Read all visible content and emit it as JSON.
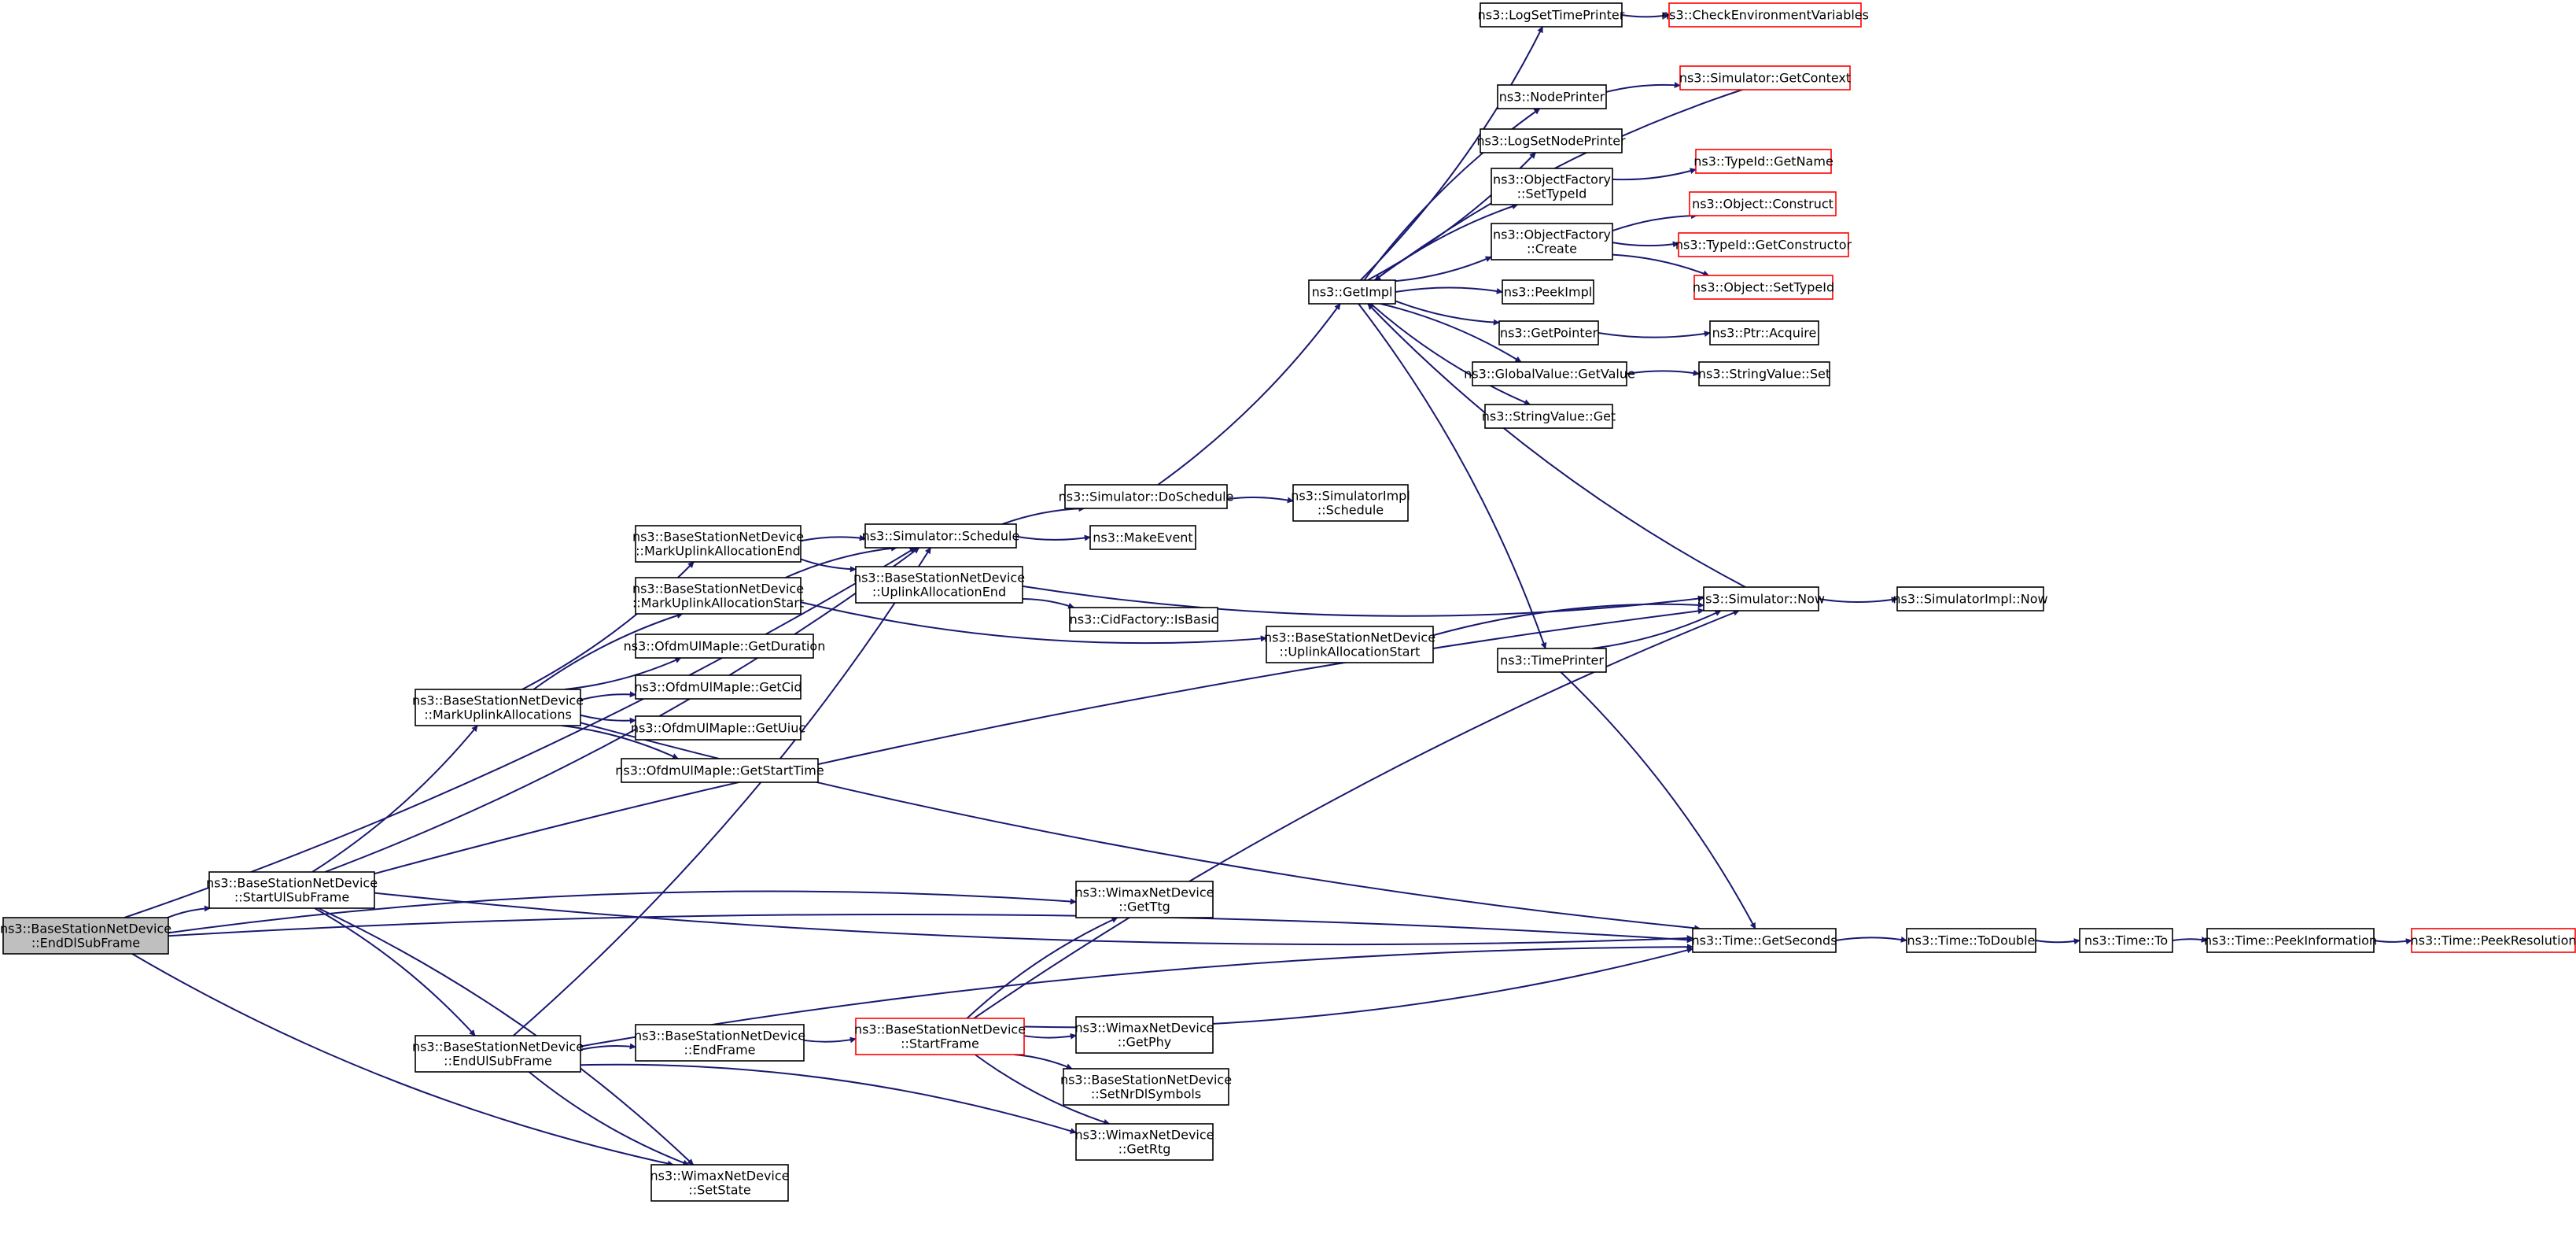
{
  "diagram": {
    "title": "",
    "colors": {
      "edge": "#191970",
      "normal_border": "#000000",
      "truncated_border": "#ff0000",
      "root_fill": "#bfbfbf",
      "node_fill": "#ffffff"
    },
    "nodes": [
      {
        "id": "end_dl",
        "lines": [
          "ns3::BaseStationNetDevice",
          "::EndDlSubFrame"
        ],
        "style": "root"
      },
      {
        "id": "start_ul",
        "lines": [
          "ns3::BaseStationNetDevice",
          "::StartUlSubFrame"
        ],
        "style": "normal"
      },
      {
        "id": "end_ul",
        "lines": [
          "ns3::BaseStationNetDevice",
          "::EndUlSubFrame"
        ],
        "style": "normal"
      },
      {
        "id": "mark_allocs",
        "lines": [
          "ns3::BaseStationNetDevice",
          "::MarkUplinkAllocations"
        ],
        "style": "normal"
      },
      {
        "id": "mark_end",
        "lines": [
          "ns3::BaseStationNetDevice",
          "::MarkUplinkAllocationEnd"
        ],
        "style": "normal"
      },
      {
        "id": "mark_start",
        "lines": [
          "ns3::BaseStationNetDevice",
          "::MarkUplinkAllocationStart"
        ],
        "style": "normal"
      },
      {
        "id": "get_duration",
        "lines": [
          "ns3::OfdmUlMapIe::GetDuration"
        ],
        "style": "normal"
      },
      {
        "id": "get_cid",
        "lines": [
          "ns3::OfdmUlMapIe::GetCid"
        ],
        "style": "normal"
      },
      {
        "id": "get_uiuc",
        "lines": [
          "ns3::OfdmUlMapIe::GetUiuc"
        ],
        "style": "normal"
      },
      {
        "id": "get_start_time",
        "lines": [
          "ns3::OfdmUlMapIe::GetStartTime"
        ],
        "style": "normal"
      },
      {
        "id": "end_frame",
        "lines": [
          "ns3::BaseStationNetDevice",
          "::EndFrame"
        ],
        "style": "normal"
      },
      {
        "id": "set_state",
        "lines": [
          "ns3::WimaxNetDevice",
          "::SetState"
        ],
        "style": "normal"
      },
      {
        "id": "schedule",
        "lines": [
          "ns3::Simulator::Schedule"
        ],
        "style": "normal"
      },
      {
        "id": "ul_alloc_end",
        "lines": [
          "ns3::BaseStationNetDevice",
          "::UplinkAllocationEnd"
        ],
        "style": "normal"
      },
      {
        "id": "start_frame",
        "lines": [
          "ns3::BaseStationNetDevice",
          "::StartFrame"
        ],
        "style": "red"
      },
      {
        "id": "do_schedule",
        "lines": [
          "ns3::Simulator::DoSchedule"
        ],
        "style": "normal"
      },
      {
        "id": "make_event",
        "lines": [
          "ns3::MakeEvent"
        ],
        "style": "normal"
      },
      {
        "id": "is_basic",
        "lines": [
          "ns3::CidFactory::IsBasic"
        ],
        "style": "normal"
      },
      {
        "id": "get_ttg",
        "lines": [
          "ns3::WimaxNetDevice",
          "::GetTtg"
        ],
        "style": "normal"
      },
      {
        "id": "get_phy",
        "lines": [
          "ns3::WimaxNetDevice",
          "::GetPhy"
        ],
        "style": "normal"
      },
      {
        "id": "set_nr_dl",
        "lines": [
          "ns3::BaseStationNetDevice",
          "::SetNrDlSymbols"
        ],
        "style": "normal"
      },
      {
        "id": "get_rtg",
        "lines": [
          "ns3::WimaxNetDevice",
          "::GetRtg"
        ],
        "style": "normal"
      },
      {
        "id": "simimpl_sched",
        "lines": [
          "ns3::SimulatorImpl",
          "::Schedule"
        ],
        "style": "normal"
      },
      {
        "id": "ul_alloc_start",
        "lines": [
          "ns3::BaseStationNetDevice",
          "::UplinkAllocationStart"
        ],
        "style": "normal"
      },
      {
        "id": "get_impl",
        "lines": [
          "ns3::GetImpl"
        ],
        "style": "normal"
      },
      {
        "id": "time_printer",
        "lines": [
          "ns3::TimePrinter"
        ],
        "style": "normal"
      },
      {
        "id": "log_set_time",
        "lines": [
          "ns3::LogSetTimePrinter"
        ],
        "style": "normal"
      },
      {
        "id": "node_printer",
        "lines": [
          "ns3::NodePrinter"
        ],
        "style": "normal"
      },
      {
        "id": "log_set_node",
        "lines": [
          "ns3::LogSetNodePrinter"
        ],
        "style": "normal"
      },
      {
        "id": "of_set_typeid",
        "lines": [
          "ns3::ObjectFactory",
          "::SetTypeId"
        ],
        "style": "normal"
      },
      {
        "id": "of_create",
        "lines": [
          "ns3::ObjectFactory",
          "::Create"
        ],
        "style": "normal"
      },
      {
        "id": "peek_impl",
        "lines": [
          "ns3::PeekImpl"
        ],
        "style": "normal"
      },
      {
        "id": "get_pointer",
        "lines": [
          "ns3::GetPointer"
        ],
        "style": "normal"
      },
      {
        "id": "gv_get_value",
        "lines": [
          "ns3::GlobalValue::GetValue"
        ],
        "style": "normal"
      },
      {
        "id": "sv_get",
        "lines": [
          "ns3::StringValue::Get"
        ],
        "style": "normal"
      },
      {
        "id": "check_env",
        "lines": [
          "ns3::CheckEnvironmentVariables"
        ],
        "style": "red"
      },
      {
        "id": "get_context",
        "lines": [
          "ns3::Simulator::GetContext"
        ],
        "style": "red"
      },
      {
        "id": "typeid_getname",
        "lines": [
          "ns3::TypeId::GetName"
        ],
        "style": "red"
      },
      {
        "id": "obj_construct",
        "lines": [
          "ns3::Object::Construct"
        ],
        "style": "red"
      },
      {
        "id": "typeid_getctor",
        "lines": [
          "ns3::TypeId::GetConstructor"
        ],
        "style": "red"
      },
      {
        "id": "obj_settypeid",
        "lines": [
          "ns3::Object::SetTypeId"
        ],
        "style": "red"
      },
      {
        "id": "ptr_acquire",
        "lines": [
          "ns3::Ptr::Acquire"
        ],
        "style": "normal"
      },
      {
        "id": "sv_set",
        "lines": [
          "ns3::StringValue::Set"
        ],
        "style": "normal"
      },
      {
        "id": "sim_now",
        "lines": [
          "ns3::Simulator::Now"
        ],
        "style": "normal"
      },
      {
        "id": "simimpl_now",
        "lines": [
          "ns3::SimulatorImpl::Now"
        ],
        "style": "normal"
      },
      {
        "id": "get_seconds",
        "lines": [
          "ns3::Time::GetSeconds"
        ],
        "style": "normal"
      },
      {
        "id": "to_double",
        "lines": [
          "ns3::Time::ToDouble"
        ],
        "style": "normal"
      },
      {
        "id": "time_to",
        "lines": [
          "ns3::Time::To"
        ],
        "style": "normal"
      },
      {
        "id": "peek_info",
        "lines": [
          "ns3::Time::PeekInformation"
        ],
        "style": "normal"
      },
      {
        "id": "peek_res",
        "lines": [
          "ns3::Time::PeekResolution"
        ],
        "style": "red"
      }
    ],
    "edges": [
      [
        "end_dl",
        "start_ul"
      ],
      [
        "end_dl",
        "schedule"
      ],
      [
        "end_dl",
        "get_ttg"
      ],
      [
        "end_dl",
        "set_state"
      ],
      [
        "end_dl",
        "get_seconds"
      ],
      [
        "start_ul",
        "mark_allocs"
      ],
      [
        "start_ul",
        "end_ul"
      ],
      [
        "start_ul",
        "schedule"
      ],
      [
        "start_ul",
        "sim_now"
      ],
      [
        "start_ul",
        "get_seconds"
      ],
      [
        "start_ul",
        "set_state"
      ],
      [
        "mark_allocs",
        "mark_end"
      ],
      [
        "mark_allocs",
        "mark_start"
      ],
      [
        "mark_allocs",
        "get_duration"
      ],
      [
        "mark_allocs",
        "get_cid"
      ],
      [
        "mark_allocs",
        "get_uiuc"
      ],
      [
        "mark_allocs",
        "get_start_time"
      ],
      [
        "mark_allocs",
        "get_seconds"
      ],
      [
        "mark_end",
        "schedule"
      ],
      [
        "mark_end",
        "ul_alloc_end"
      ],
      [
        "mark_start",
        "schedule"
      ],
      [
        "mark_start",
        "ul_alloc_start"
      ],
      [
        "end_ul",
        "end_frame"
      ],
      [
        "end_ul",
        "schedule"
      ],
      [
        "end_ul",
        "get_rtg"
      ],
      [
        "end_ul",
        "set_state"
      ],
      [
        "end_ul",
        "get_seconds"
      ],
      [
        "end_frame",
        "start_frame"
      ],
      [
        "start_frame",
        "get_ttg"
      ],
      [
        "start_frame",
        "get_phy"
      ],
      [
        "start_frame",
        "set_nr_dl"
      ],
      [
        "start_frame",
        "get_rtg"
      ],
      [
        "start_frame",
        "sim_now"
      ],
      [
        "start_frame",
        "get_seconds"
      ],
      [
        "schedule",
        "do_schedule"
      ],
      [
        "schedule",
        "make_event"
      ],
      [
        "do_schedule",
        "simimpl_sched"
      ],
      [
        "do_schedule",
        "get_impl"
      ],
      [
        "ul_alloc_end",
        "is_basic"
      ],
      [
        "ul_alloc_end",
        "sim_now"
      ],
      [
        "ul_alloc_start",
        "sim_now"
      ],
      [
        "get_impl",
        "log_set_time"
      ],
      [
        "get_impl",
        "node_printer"
      ],
      [
        "get_impl",
        "log_set_node"
      ],
      [
        "get_impl",
        "of_set_typeid"
      ],
      [
        "get_impl",
        "of_create"
      ],
      [
        "get_impl",
        "peek_impl"
      ],
      [
        "get_impl",
        "get_pointer"
      ],
      [
        "get_impl",
        "gv_get_value"
      ],
      [
        "get_impl",
        "sv_get"
      ],
      [
        "get_impl",
        "time_printer"
      ],
      [
        "get_context",
        "get_impl"
      ],
      [
        "sim_now",
        "get_impl"
      ],
      [
        "log_set_time",
        "check_env"
      ],
      [
        "node_printer",
        "get_context"
      ],
      [
        "of_set_typeid",
        "typeid_getname"
      ],
      [
        "of_create",
        "obj_construct"
      ],
      [
        "of_create",
        "typeid_getctor"
      ],
      [
        "of_create",
        "obj_settypeid"
      ],
      [
        "get_pointer",
        "ptr_acquire"
      ],
      [
        "gv_get_value",
        "sv_set"
      ],
      [
        "time_printer",
        "sim_now"
      ],
      [
        "time_printer",
        "get_seconds"
      ],
      [
        "sim_now",
        "simimpl_now"
      ],
      [
        "get_seconds",
        "to_double"
      ],
      [
        "to_double",
        "time_to"
      ],
      [
        "time_to",
        "peek_info"
      ],
      [
        "peek_info",
        "peek_res"
      ]
    ]
  }
}
